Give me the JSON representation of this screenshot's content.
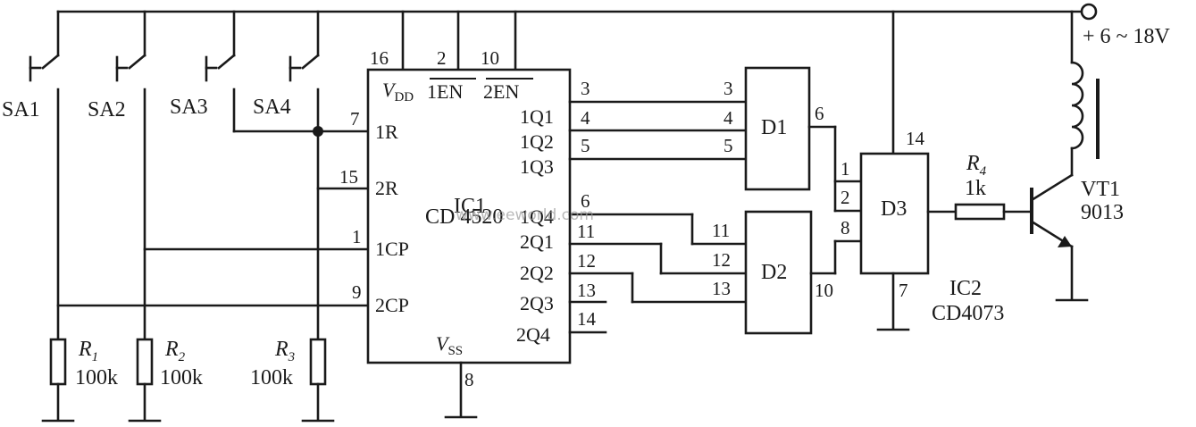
{
  "supply": {
    "label": "+ 6 ~ 18V"
  },
  "switches": [
    {
      "label": "SA1"
    },
    {
      "label": "SA2"
    },
    {
      "label": "SA3"
    },
    {
      "label": "SA4"
    }
  ],
  "resistors": {
    "r1": {
      "name": "R",
      "sub": "1",
      "value": "100k"
    },
    "r2": {
      "name": "R",
      "sub": "2",
      "value": "100k"
    },
    "r3": {
      "name": "R",
      "sub": "3",
      "value": "100k"
    },
    "r4": {
      "name": "R",
      "sub": "4",
      "value": "1k"
    }
  },
  "ic1": {
    "name": "IC1",
    "part": "CD 4520",
    "vdd": "V",
    "vdd_sub": "DD",
    "en1": "1EN",
    "en2": "2EN",
    "vss": "V",
    "vss_sub": "SS",
    "left_pins": [
      {
        "num": "7",
        "label": "1R"
      },
      {
        "num": "15",
        "label": "2R"
      },
      {
        "num": "1",
        "label": "1CP"
      },
      {
        "num": "9",
        "label": "2CP"
      }
    ],
    "right_pins": [
      {
        "num": "3",
        "label": "1Q1"
      },
      {
        "num": "4",
        "label": "1Q2"
      },
      {
        "num": "5",
        "label": "1Q3"
      },
      {
        "num": "6",
        "label": "1Q4"
      },
      {
        "num": "11",
        "label": "2Q1"
      },
      {
        "num": "12",
        "label": "2Q2"
      },
      {
        "num": "13",
        "label": "2Q3"
      },
      {
        "num": "14",
        "label": "2Q4"
      }
    ],
    "top_pins": [
      "16",
      "2",
      "10"
    ],
    "bottom_pin": "8"
  },
  "gates": {
    "d1": {
      "label": "D1",
      "in_pins": [
        "3",
        "4",
        "5"
      ],
      "out_pin": "6"
    },
    "d2": {
      "label": "D2",
      "in_pins": [
        "11",
        "12",
        "13"
      ],
      "out_pin": "10"
    },
    "d3": {
      "label": "D3",
      "in_pins": [
        "1",
        "2",
        "8"
      ],
      "vdd_pin": "14",
      "gnd_pin": "7"
    }
  },
  "ic2": {
    "name": "IC2",
    "part": "CD4073"
  },
  "transistor": {
    "name": "VT1",
    "part": "9013"
  },
  "watermark": "www.eeworld.com"
}
